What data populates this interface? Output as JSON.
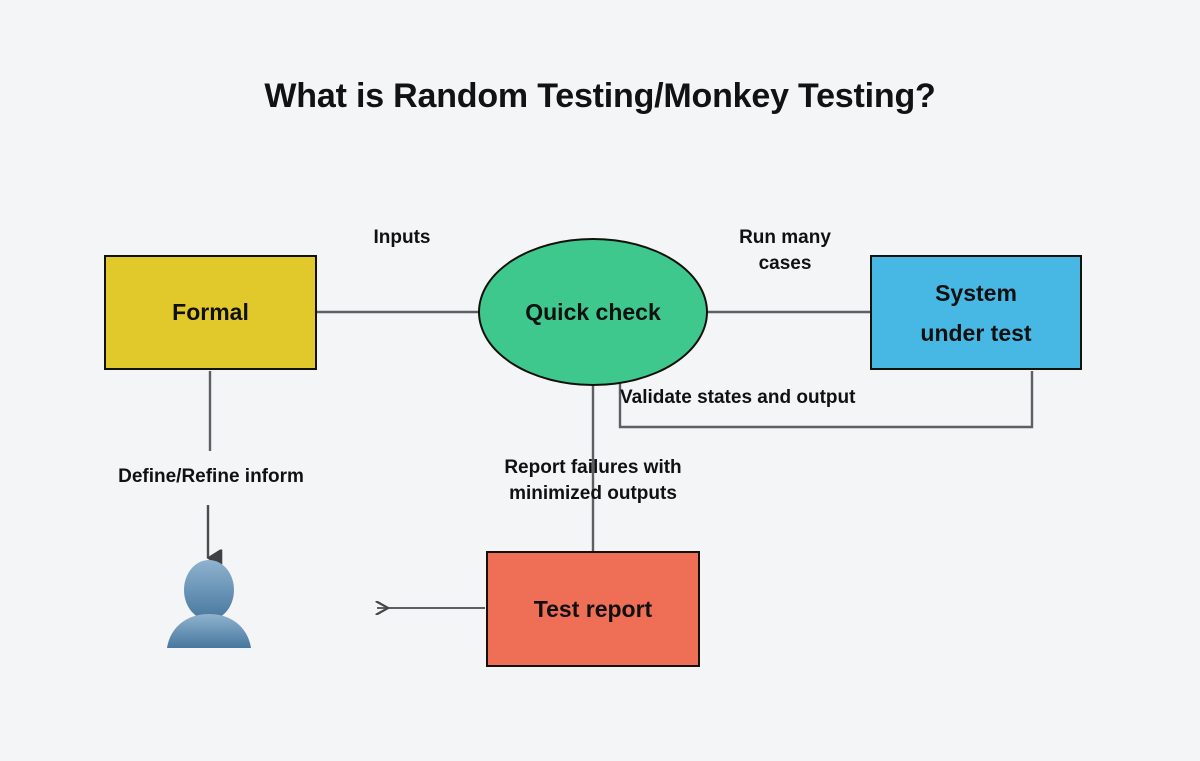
{
  "page": {
    "title": "What is Random Testing/Monkey Testing?",
    "background_color": "#f4f5f7"
  },
  "diagram": {
    "type": "flowchart",
    "nodes": [
      {
        "id": "formal",
        "label": "Formal",
        "shape": "rectangle",
        "fill": "#e2c92b",
        "stroke": "#14110c"
      },
      {
        "id": "quick-check",
        "label": "Quick check",
        "shape": "ellipse",
        "fill": "#3fc88e",
        "stroke": "#14110c"
      },
      {
        "id": "system-under-test",
        "label": "System\nunder test",
        "shape": "rectangle",
        "fill": "#47b8e3",
        "stroke": "#14110c"
      },
      {
        "id": "test-report",
        "label": "Test report",
        "shape": "rectangle",
        "fill": "#ee6e56",
        "stroke": "#14110c"
      },
      {
        "id": "user",
        "label": "",
        "shape": "person-icon",
        "fill": "#6f9cc0",
        "stroke": "none"
      }
    ],
    "edges": [
      {
        "id": "formal-to-quick-check",
        "from": "formal",
        "to": "quick-check",
        "label": "Inputs",
        "arrow": false
      },
      {
        "id": "quick-check-to-system",
        "from": "quick-check",
        "to": "system-under-test",
        "label": "Run many\ncases",
        "arrow": false
      },
      {
        "id": "system-to-quick-check",
        "from": "system-under-test",
        "to": "quick-check",
        "label": "Validate states and output",
        "arrow": false
      },
      {
        "id": "quick-check-to-test-report",
        "from": "quick-check",
        "to": "test-report",
        "label": "Report failures with\nminimized outputs",
        "arrow": false
      },
      {
        "id": "formal-to-user",
        "from": "formal",
        "to": "user",
        "label": "Define/Refine inform",
        "arrow": true
      },
      {
        "id": "test-report-out",
        "from": "test-report",
        "to": "",
        "label": "",
        "arrow": true
      }
    ],
    "line_color": "#5c5f63",
    "text_color": "#111111"
  }
}
